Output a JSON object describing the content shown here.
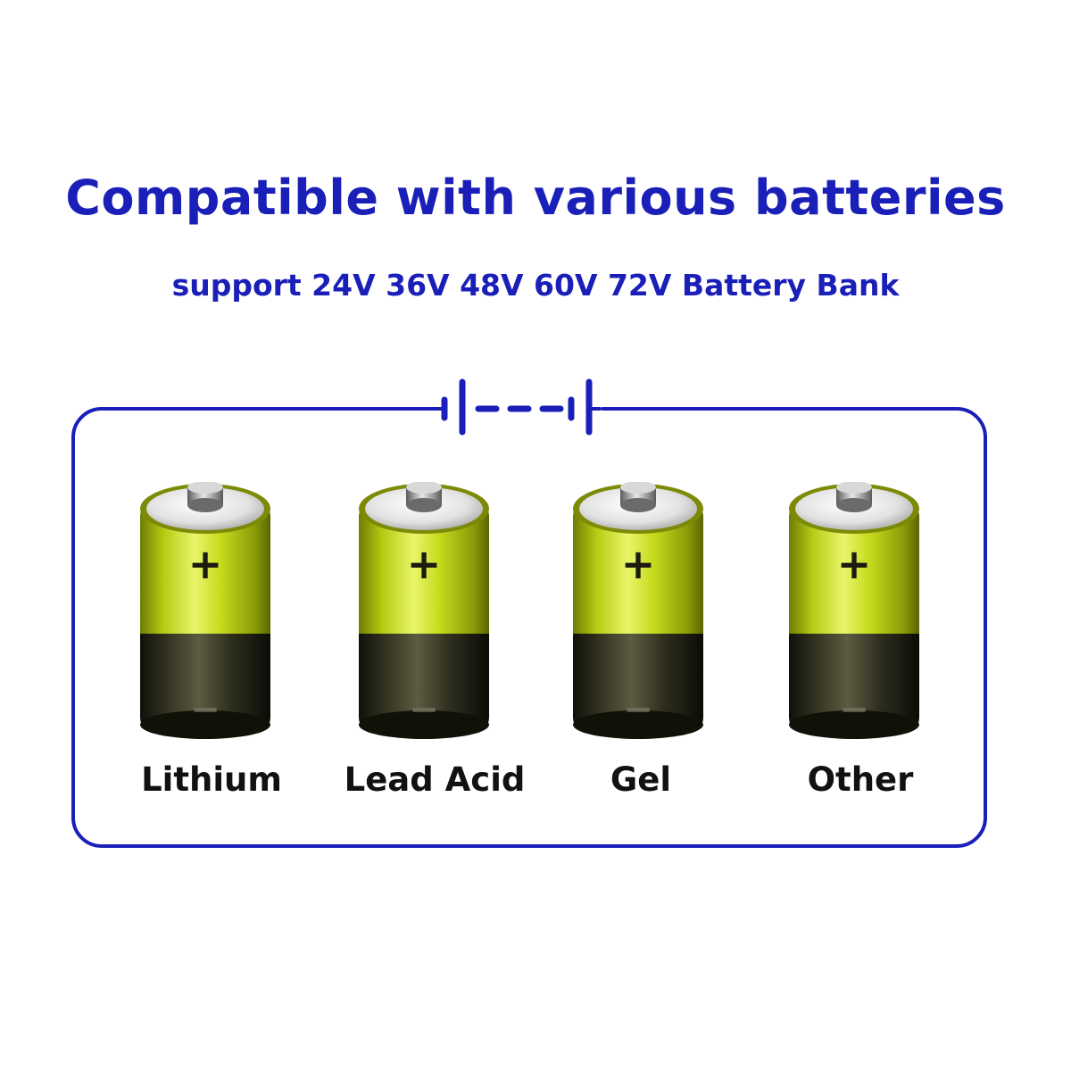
{
  "header": {
    "title": "Compatible with various batteries",
    "subtitle": "support 24V 36V 48V 60V 72V Battery Bank"
  },
  "batteries": [
    {
      "label": "Lithium",
      "plus": "+",
      "minus": "−"
    },
    {
      "label": "Lead Acid",
      "plus": "+",
      "minus": "−"
    },
    {
      "label": "Gel",
      "plus": "+",
      "minus": "−"
    },
    {
      "label": "Other",
      "plus": "+",
      "minus": "−"
    }
  ],
  "colors": {
    "accent": "#1a1fb8",
    "battery_top": "#c4d81a",
    "battery_bottom": "#2b2b1c"
  }
}
